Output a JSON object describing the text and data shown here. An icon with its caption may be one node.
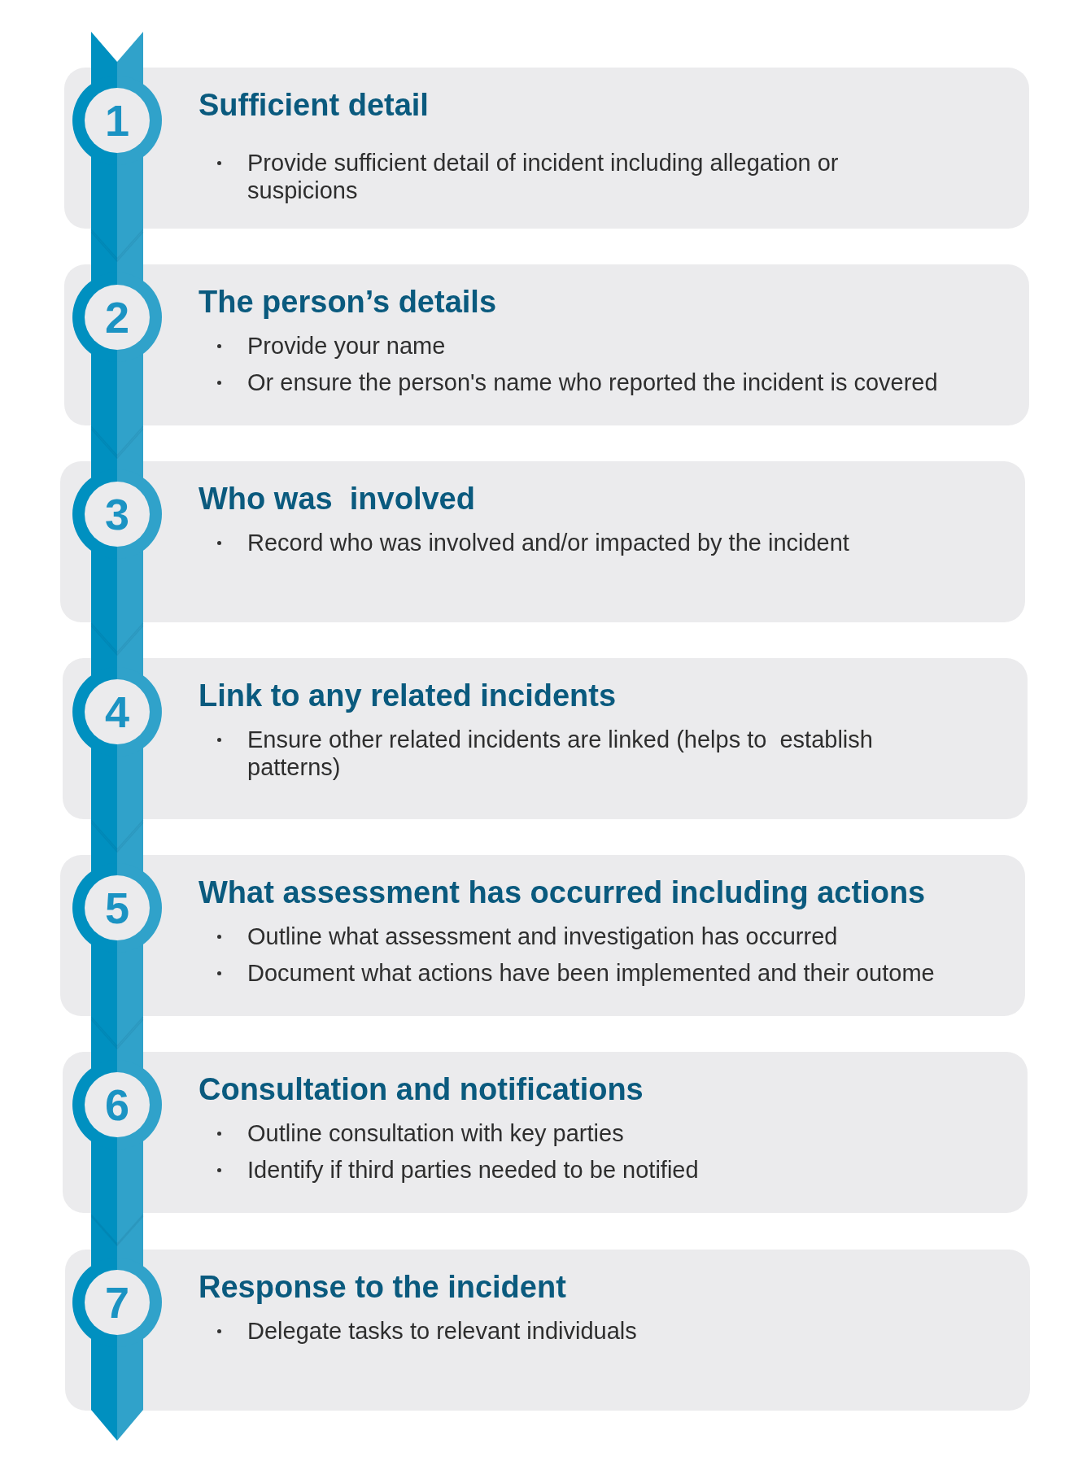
{
  "diagram": {
    "nodes": [
      {
        "text": [
          "Sufficient detail",
          "Provide sufficient detail of incident including allegation or suspicions"
        ]
      },
      {
        "text": [
          "1"
        ],
        "in": 0
      },
      {
        "text": [
          "The person’s details",
          "Provide your name",
          "Or ensure the person's name who reported the incident is covered"
        ]
      },
      {
        "text": [
          "2"
        ],
        "in": 2
      },
      {
        "text": [
          "Who was  involved",
          "Record who was involved and/or impacted by the incident"
        ]
      },
      {
        "text": [
          "3"
        ],
        "in": 4
      },
      {
        "text": [
          "Link to any related incidents",
          "Ensure other related incidents are linked (helps to  establish patterns)"
        ]
      },
      {
        "text": [
          "4"
        ],
        "in": 6
      },
      {
        "text": [
          "What assessment has occurred including actions",
          "Outline what assessment and investigation has occurred",
          "Document what actions have been implemented and their outome"
        ]
      },
      {
        "text": [
          "5"
        ],
        "in": 8
      },
      {
        "text": [
          "Consultation and notifications",
          "Outline consultation with key parties",
          "Identify if third parties needed to be notified"
        ]
      },
      {
        "text": [
          "6"
        ],
        "in": 10
      },
      {
        "text": [
          "Response to the incident",
          "Delegate tasks to relevant individuals"
        ]
      },
      {
        "text": [
          "7"
        ],
        "in": 12
      }
    ]
  }
}
